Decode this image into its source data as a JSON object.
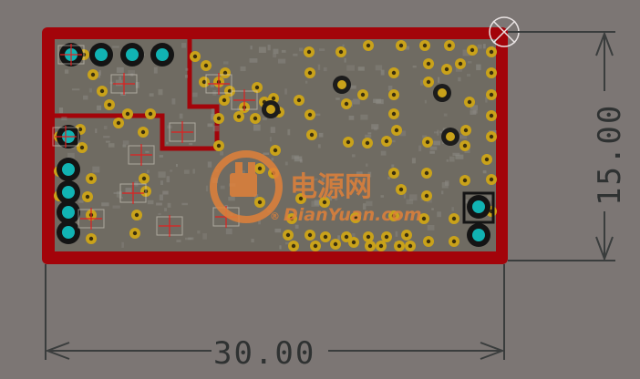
{
  "colors": {
    "background": "#7c7674",
    "board_fill": "#6f6b62",
    "board_outline": "#a3040a",
    "copper_pad": "#c9a21a",
    "through_hole": "#11b3b3",
    "dimension_line": "#3a3d3d",
    "silk_noise": "#8c8a84",
    "watermark": "#e0813a"
  },
  "dimensions": {
    "width_label": "30.00",
    "height_label": "15.00"
  },
  "watermark": {
    "chinese": "电源网",
    "latin": "DianYuan.com",
    "mark": "®"
  },
  "icons": {
    "origin_marker": "origin-crosshair-icon",
    "logo": "dianyuan-logo-icon"
  }
}
